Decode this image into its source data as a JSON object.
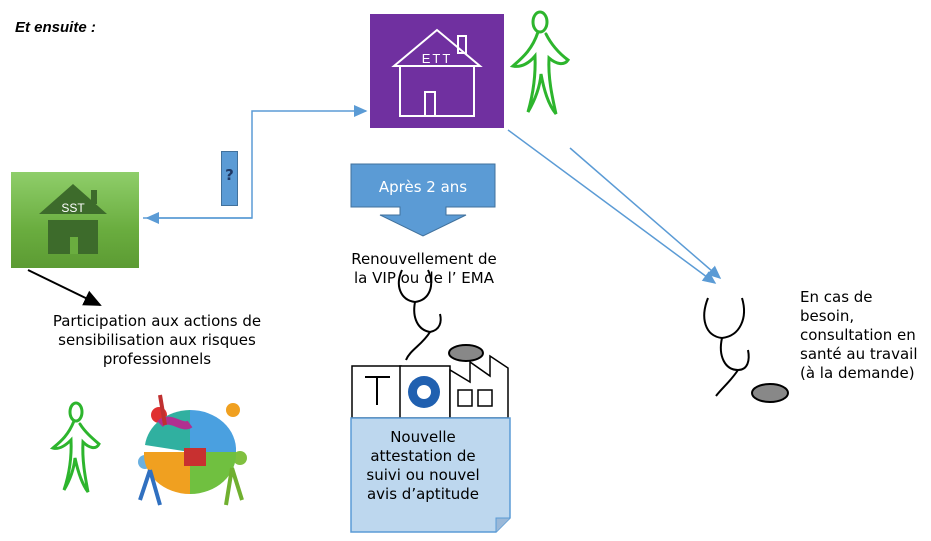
{
  "title": "Et ensuite :",
  "ett": {
    "label": "ETT"
  },
  "sst": {
    "label": "SST"
  },
  "question": {
    "label": "?"
  },
  "delay": {
    "label": "Après 2 ans"
  },
  "renewal": {
    "text": "Renouvellement de la VIP ou de l’ EMA"
  },
  "participation": {
    "text": "Participation aux actions de sensibilisation aux risques professionnels"
  },
  "need": {
    "text": "En cas de besoin, consultation en santé au travail (à la demande)"
  },
  "attestation": {
    "text": "Nouvelle attestation de suivi ou nouvel avis d’aptitude"
  },
  "colors": {
    "ett": "#7030a0",
    "sst": "#70ad47",
    "arrow": "#5b9bd5",
    "figure": "#2db52d"
  },
  "icons": [
    "house-icon",
    "stick-figure-icon",
    "stethoscope-icon",
    "factory-icon",
    "puzzle-team-icon"
  ]
}
